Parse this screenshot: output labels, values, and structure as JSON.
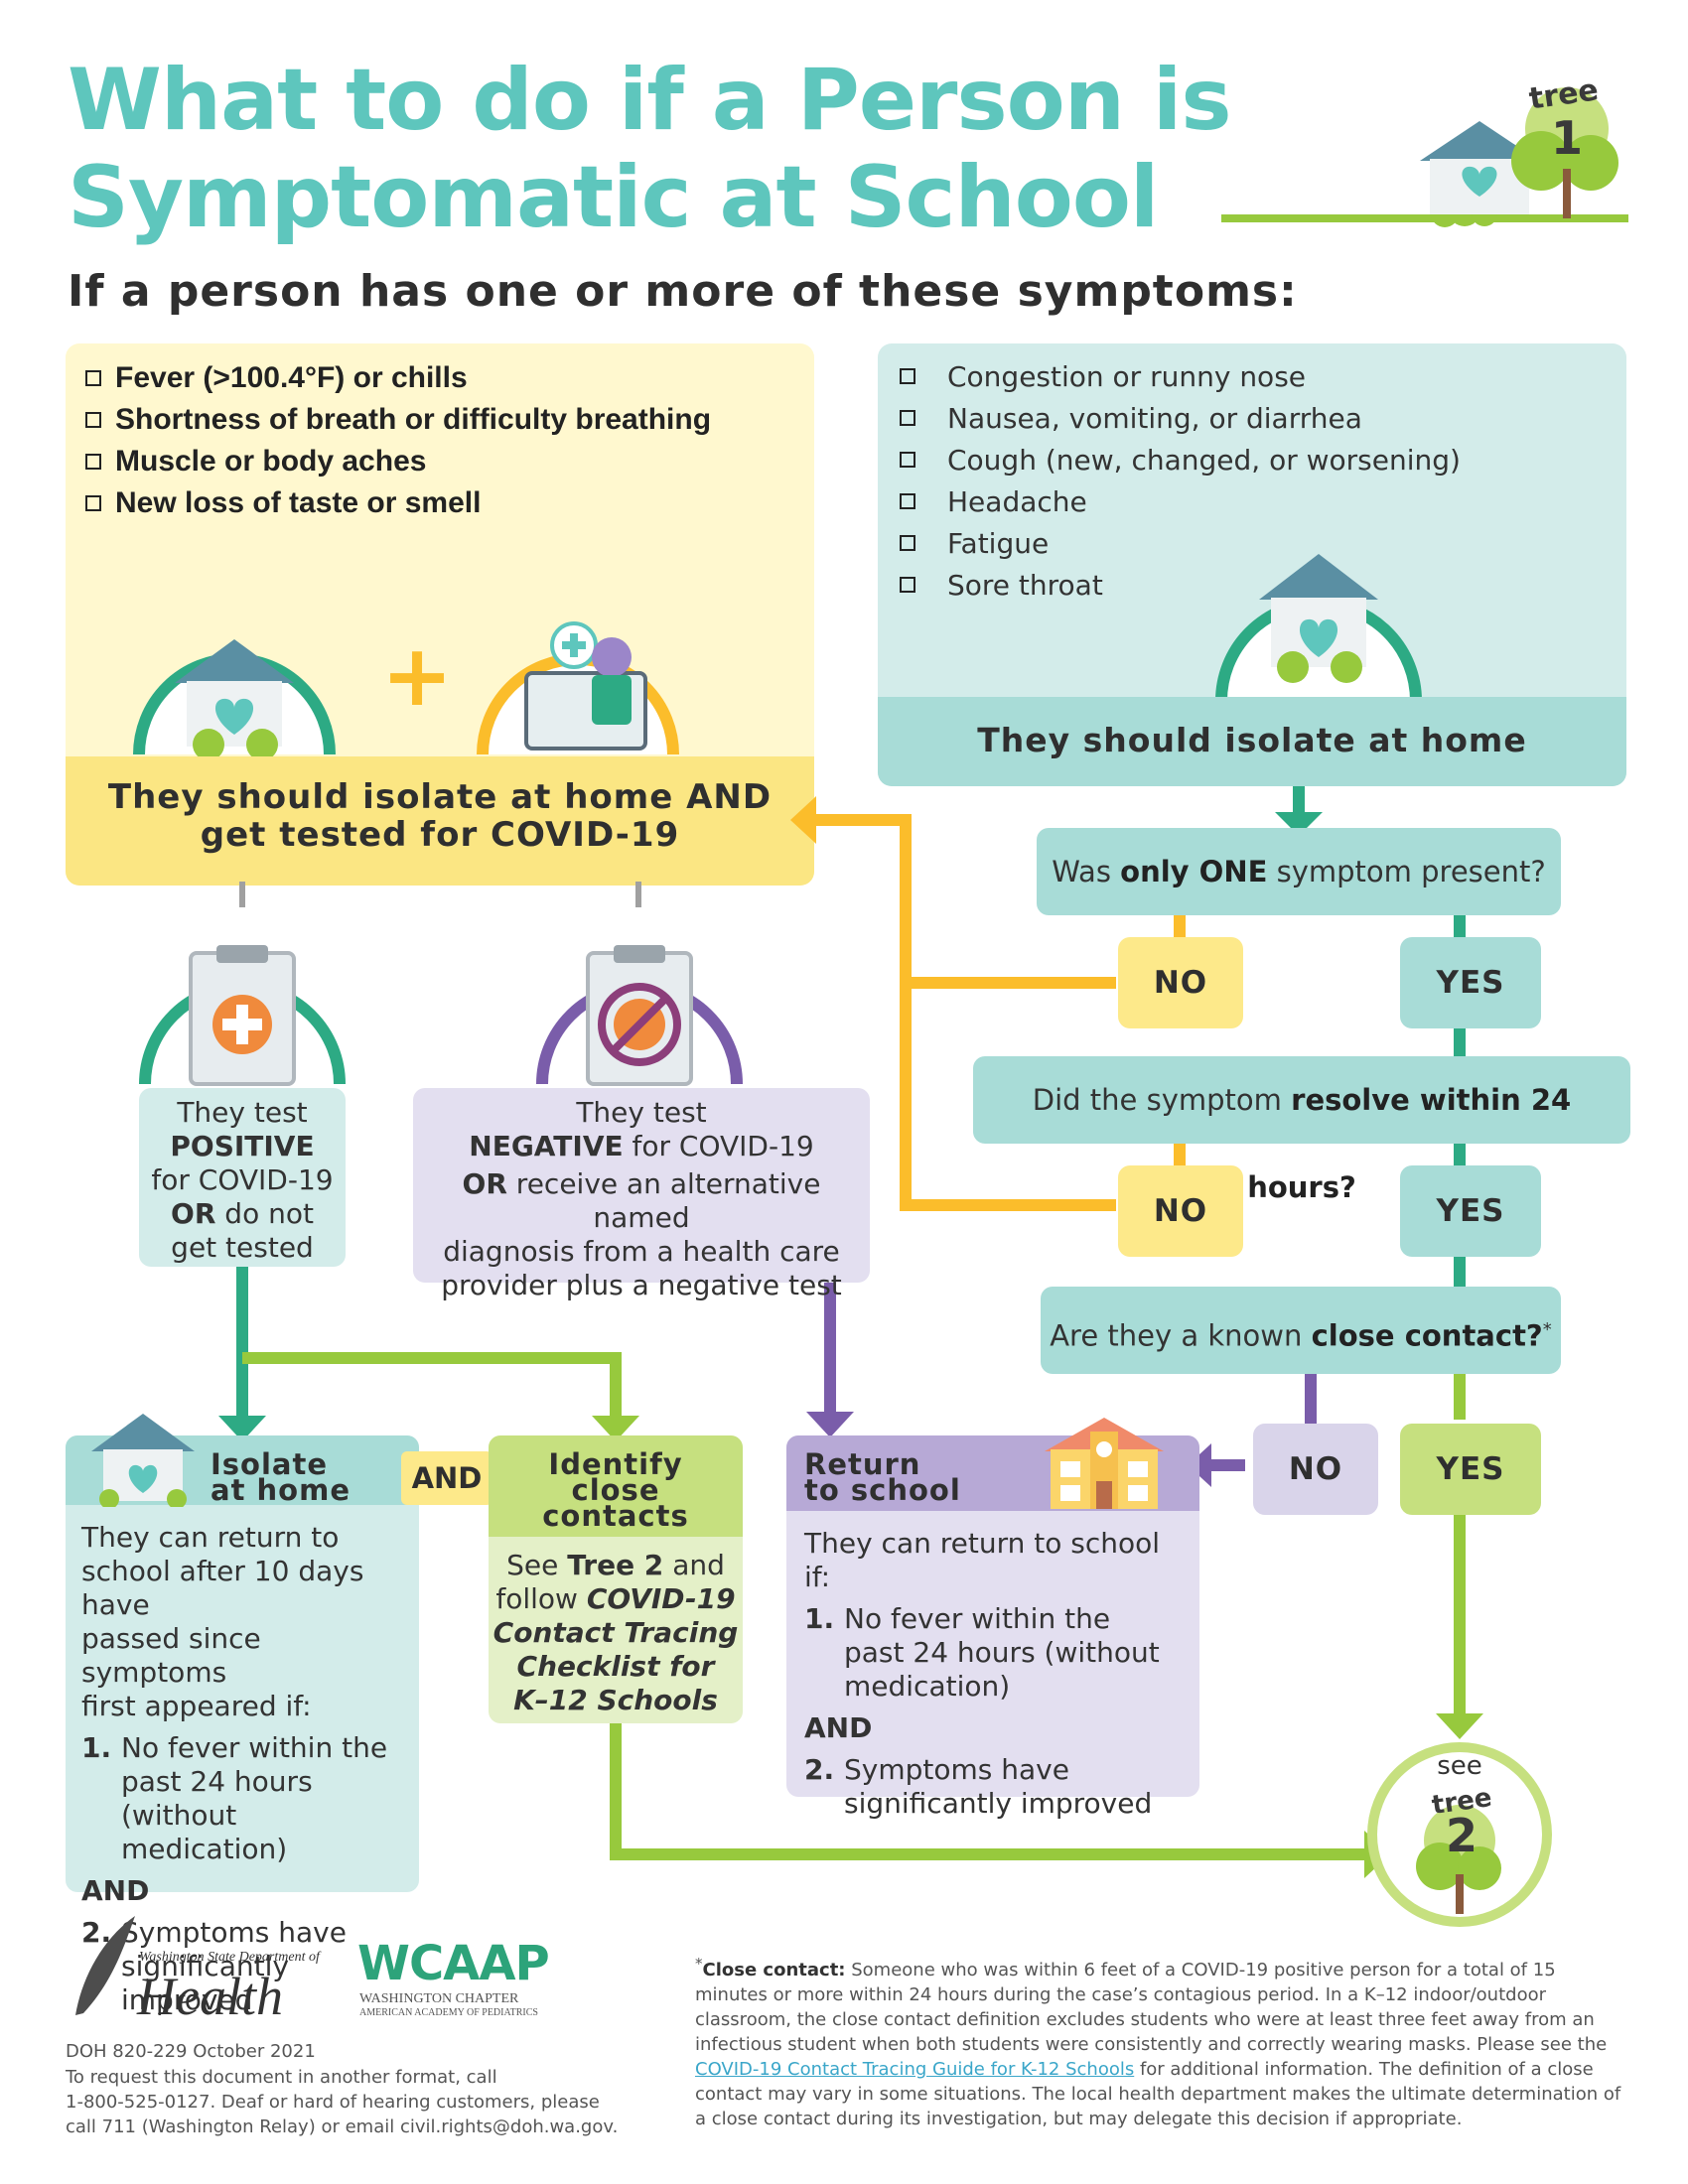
{
  "title": {
    "line1": "What to do if a Person is",
    "line2": "Symptomatic at School"
  },
  "tree_badge": {
    "word": "tree",
    "number": "1"
  },
  "subtitle": "If a person has one or more of these symptoms:",
  "yellow_symptoms": [
    "Fever (>100.4°F) or chills",
    "Shortness of breath or difficulty breathing",
    "Muscle or body aches",
    "New loss of taste or smell"
  ],
  "plus_sign": "+",
  "yellow_action": {
    "line1": "They should isolate at home AND",
    "line2": "get tested for COVID-19"
  },
  "teal_symptoms": [
    "Congestion or runny nose",
    "Nausea, vomiting, or diarrhea",
    "Cough (new, changed, or worsening)",
    "Headache",
    "Fatigue",
    "Sore throat"
  ],
  "teal_action": "They should isolate at home",
  "q1": {
    "pre": "Was ",
    "bold": "only ONE",
    "post": " symptom present?"
  },
  "q2": {
    "pre": "Did the symptom ",
    "bold": "resolve within 24 hours?"
  },
  "q3": {
    "pre": "Are they a known ",
    "bold": "close contact?",
    "mark": "*"
  },
  "no_label": "NO",
  "yes_label": "YES",
  "positive": {
    "l1": "They test",
    "l2": "POSITIVE",
    "l3": "for COVID-19",
    "l4": "OR",
    "l5": " do not",
    "l6": "get tested"
  },
  "negative": {
    "l1": "They test",
    "l2b": "NEGATIVE",
    "l2": " for COVID-19",
    "l3b": "OR",
    "l3": " receive an alternative named",
    "l4": "diagnosis from a health care",
    "l5": "provider plus a negative test"
  },
  "isolate_card": {
    "head1": "Isolate",
    "head2": "at home",
    "intro": [
      "They can return to",
      "school after 10 days have",
      "passed since symptoms",
      "first appeared if:"
    ],
    "item1_num": "1.",
    "item1": [
      "No fever within the",
      "past 24 hours (without",
      "medication)"
    ],
    "and": "AND",
    "item2_num": "2.",
    "item2": [
      "Symptoms have",
      "significantly improved"
    ]
  },
  "and_tag": "AND",
  "identify_card": {
    "head": [
      "Identify",
      "close",
      "contacts"
    ],
    "b1": "See ",
    "b1b": "Tree 2",
    "b1c": " and",
    "b2": "follow ",
    "b2i": "COVID-19",
    "b3": "Contact Tracing",
    "b4": "Checklist for",
    "b5": "K–12 Schools"
  },
  "return_card": {
    "head1": "Return",
    "head2": "to school",
    "intro": "They can return to school if:",
    "item1_num": "1.",
    "item1": [
      "No fever within the",
      "past 24 hours (without",
      "medication)"
    ],
    "and": "AND",
    "item2_num": "2.",
    "item2": [
      "Symptoms have",
      "significantly improved"
    ]
  },
  "see_tree2": {
    "see": "see",
    "word": "tree",
    "number": "2"
  },
  "footer": {
    "doh_small": "Washington State Department of",
    "doh_big": "Health",
    "wcaap": "WCAAP",
    "wcaap_sub1": "WASHINGTON CHAPTER",
    "wcaap_sub2": "AMERICAN ACADEMY OF PEDIATRICS",
    "doc_id": "DOH 820-229  October 2021",
    "request": [
      "To request this document in another format, call",
      "1-800-525-0127. Deaf or hard of hearing customers, please",
      "call 711 (Washington Relay) or email civil.rights@doh.wa.gov."
    ]
  },
  "close_contact_note": {
    "mark": "*",
    "label": "Close contact:",
    "text1": " Someone who was within 6 feet of a COVID-19 positive person for a total of 15 minutes or more within 24 hours during the case’s contagious period. In a K–12 indoor/outdoor classroom, the close contact definition excludes students who were at least three feet away from an infectious student when both students were consistently and correctly wearing masks. Please see the ",
    "link": "COVID-19 Contact Tracing Guide for K-12 Schools",
    "text2": " for additional information. The definition of a close contact may vary in some situations. The local health department makes the ultimate determination of a close contact during its investigation, but may delegate this decision if appropriate."
  },
  "colors": {
    "teal": "#5ec6bd",
    "green": "#2daa84",
    "yellow": "#fbbd2b",
    "purple": "#7a5daa",
    "lime": "#97c93d"
  }
}
